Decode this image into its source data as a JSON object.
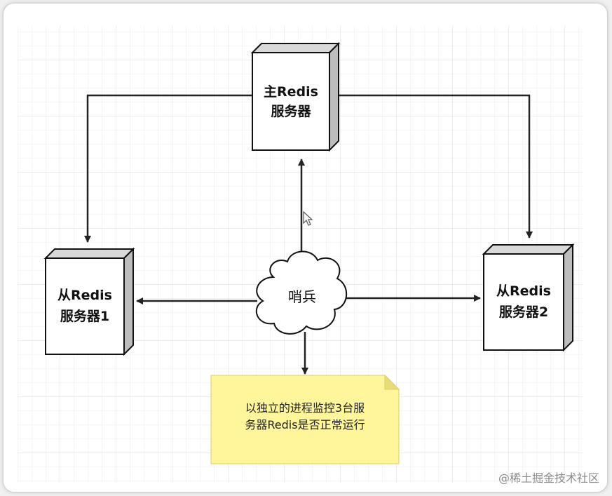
{
  "diagram": {
    "master": {
      "line1": "主Redis",
      "line2": "服务器"
    },
    "slave1": {
      "line1": "从Redis",
      "line2": "服务器1"
    },
    "slave2": {
      "line1": "从Redis",
      "line2": "服务器2"
    },
    "sentinel": {
      "label": "哨兵"
    },
    "note": {
      "line1": "以独立的进程监控3台服",
      "line2": "务器Redis是否正常运行"
    }
  },
  "watermark": "@稀土掘金技术社区",
  "colors": {
    "note_fill": "#fff59a",
    "grid": "#e6e6e6",
    "line": "#222222"
  },
  "icons": {
    "cursor": "mouse-pointer-icon"
  }
}
